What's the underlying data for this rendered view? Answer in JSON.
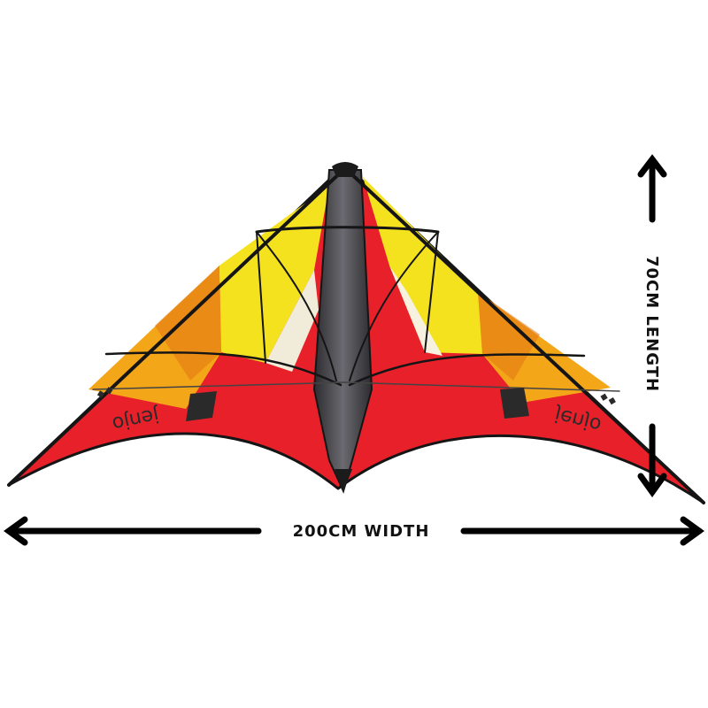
{
  "product": {
    "brand": "Jenjo",
    "colors": {
      "red": "#e8202a",
      "dark_red": "#c31721",
      "yellow": "#f4e21f",
      "orange": "#f4a619",
      "dark_orange": "#e37a12",
      "spine": "#4a4a4e",
      "frame": "#1b1b1b"
    }
  },
  "dimensions": {
    "width_label": "200CM WIDTH",
    "length_label": "70CM LENGTH"
  }
}
